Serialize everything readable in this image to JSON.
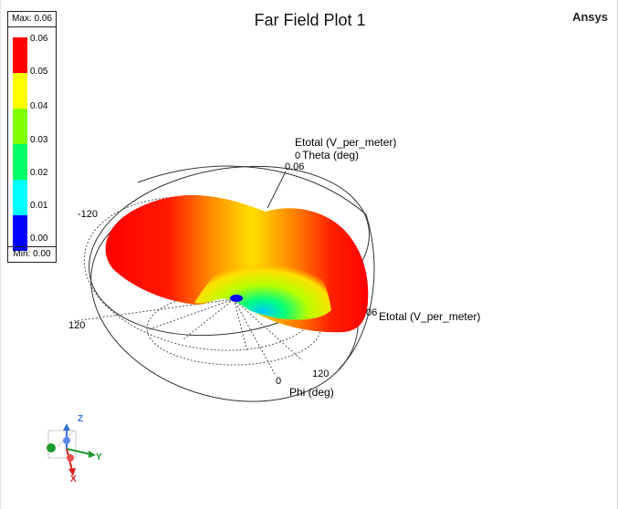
{
  "window": {
    "title": "Far Field Plot 1",
    "brand": "Ansys"
  },
  "legend": {
    "max_label": "Max: 0.06",
    "min_label": "Min: 0.00",
    "ticks": [
      "0.06",
      "0.05",
      "0.04",
      "0.03",
      "0.02",
      "0.01",
      "0.00"
    ],
    "colors": [
      "#ff0000",
      "#ffff00",
      "#7fff00",
      "#00ff66",
      "#00ffff",
      "#0000ff"
    ]
  },
  "plot": {
    "theta_axis_title": "Etotal (V_per_meter)",
    "theta_axis_subtitle": "Theta (deg)",
    "theta_zero": "0",
    "top_value": "0.06",
    "right_value": "06",
    "right_axis_title": "Etotal (V_per_meter)",
    "phi_axis_title": "Phi (deg)",
    "label_neg120": "-120",
    "label_120_left": "120",
    "label_0_bottom": "0",
    "label_120_bottom": "120"
  },
  "triad": {
    "x": "X",
    "y": "Y",
    "z": "Z"
  }
}
